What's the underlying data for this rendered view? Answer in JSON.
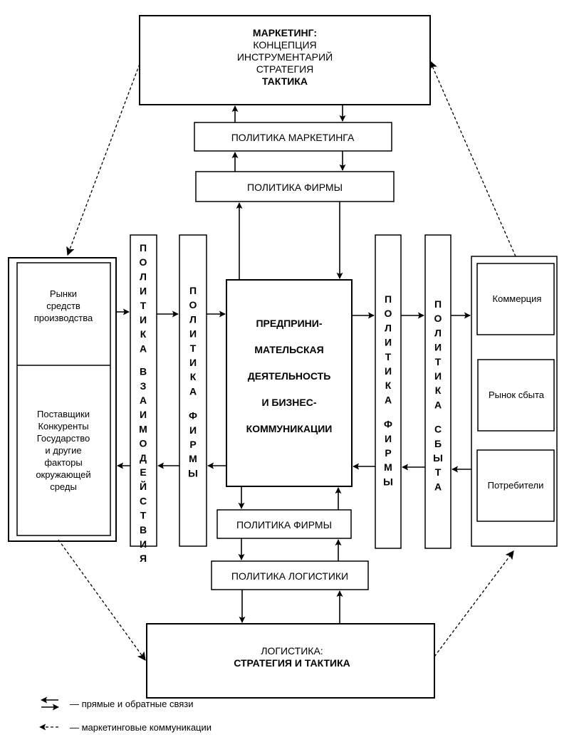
{
  "diagram": {
    "marketing_box": {
      "lines": [
        "МАРКЕТИНГ:",
        "КОНЦЕПЦИЯ",
        "ИНСТРУМЕНТАРИЙ",
        "СТРАТЕГИЯ",
        "ТАКТИКА"
      ]
    },
    "marketing_policy": "ПОЛИТИКА МАРКЕТИНГА",
    "firm_policy_top": "ПОЛИТИКА ФИРМЫ",
    "left_panel": {
      "top_lines": [
        "Рынки",
        "средств",
        "производства"
      ],
      "bottom_lines": [
        "Поставщики",
        "Конкуренты",
        "Государство",
        "и другие",
        "факторы",
        "окружающей",
        "среды"
      ]
    },
    "interaction_policy": {
      "word1": [
        "П",
        "О",
        "Л",
        "И",
        "Т",
        "И",
        "К",
        "А"
      ],
      "word2": [
        "В",
        "З",
        "А",
        "И",
        "М",
        "О",
        "Д",
        "Е",
        "Й",
        "С",
        "Т",
        "В",
        "И",
        "Я"
      ]
    },
    "firm_policy_left": {
      "word1": [
        "П",
        "О",
        "Л",
        "И",
        "Т",
        "И",
        "К",
        "А"
      ],
      "word2": [
        "Ф",
        "И",
        "Р",
        "М",
        "Ы"
      ]
    },
    "center_box": {
      "lines": [
        "ПРЕДПРИНИ-",
        "МАТЕЛЬСКАЯ",
        "ДЕЯТЕЛЬНОСТЬ",
        "И БИЗНЕС-",
        "КОММУНИКАЦИИ"
      ]
    },
    "firm_policy_right": {
      "word1": [
        "П",
        "О",
        "Л",
        "И",
        "Т",
        "И",
        "К",
        "А"
      ],
      "word2": [
        "Ф",
        "И",
        "Р",
        "М",
        "Ы"
      ]
    },
    "sales_policy": {
      "word1": [
        "П",
        "О",
        "Л",
        "И",
        "Т",
        "И",
        "К",
        "А"
      ],
      "word2": [
        "С",
        "Б",
        "Ы",
        "Т",
        "А"
      ]
    },
    "right_panel": {
      "items": [
        "Коммерция",
        "Рынок сбыта",
        "Потребители"
      ]
    },
    "firm_policy_bottom": "ПОЛИТИКА ФИРМЫ",
    "logistics_policy": "ПОЛИТИКА ЛОГИСТИКИ",
    "logistics_box": {
      "lines": [
        "ЛОГИСТИКА:",
        "СТРАТЕГИЯ И ТАКТИКА"
      ]
    }
  },
  "legend": {
    "items": [
      {
        "symbol": "double-arrow",
        "label": "— прямые и обратные связи"
      },
      {
        "symbol": "dashed-arrow",
        "label": "— маркетинговые коммуникации"
      }
    ]
  }
}
